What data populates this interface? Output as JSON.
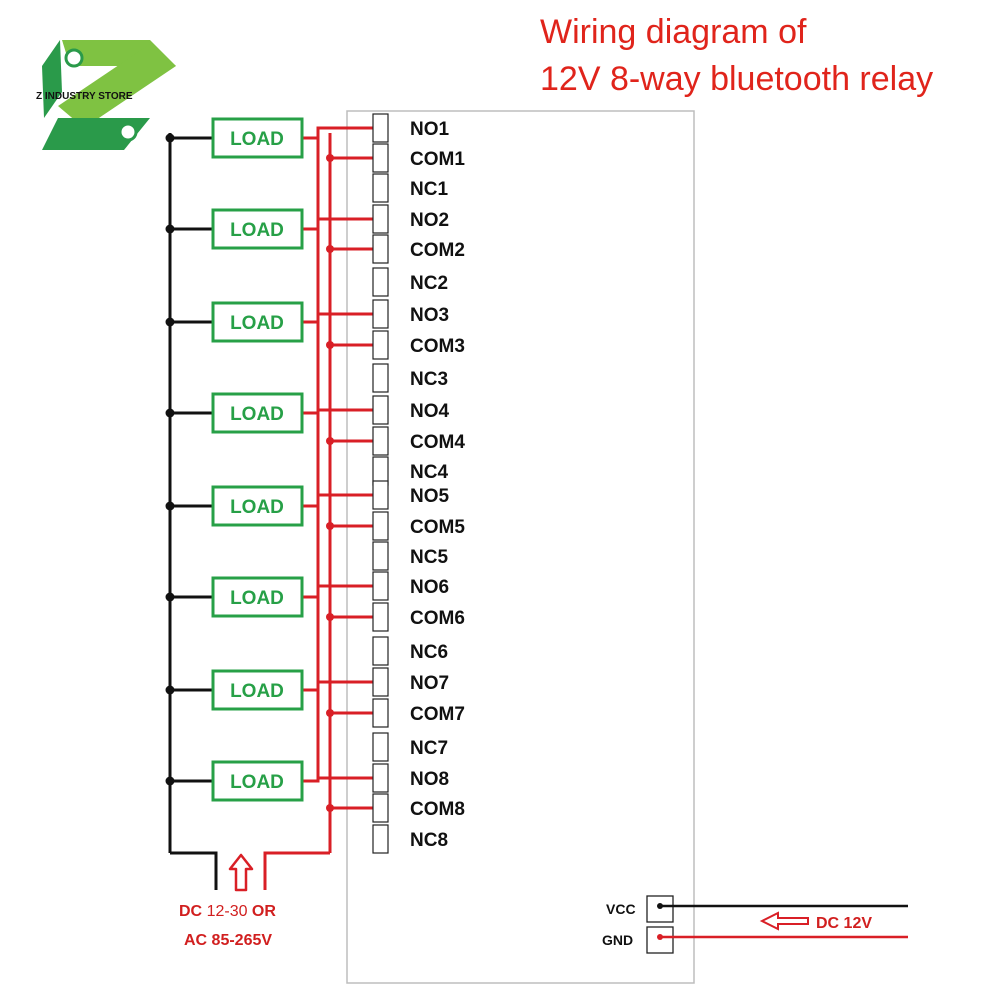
{
  "title": {
    "line1": "Wiring diagram of",
    "line2": "12V 8-way bluetooth relay"
  },
  "brand": {
    "name": "Z INDUSTRY STORE"
  },
  "load_label": "LOAD",
  "channels": [
    {
      "no": "NO1",
      "com": "COM1",
      "nc": "NC1"
    },
    {
      "no": "NO2",
      "com": "COM2",
      "nc": "NC2"
    },
    {
      "no": "NO3",
      "com": "COM3",
      "nc": "NC3"
    },
    {
      "no": "NO4",
      "com": "COM4",
      "nc": "NC4"
    },
    {
      "no": "NO5",
      "com": "COM5",
      "nc": "NC5"
    },
    {
      "no": "NO6",
      "com": "COM6",
      "nc": "NC6"
    },
    {
      "no": "NO7",
      "com": "COM7",
      "nc": "NC7"
    },
    {
      "no": "NO8",
      "com": "COM8",
      "nc": "NC8"
    }
  ],
  "supply": {
    "line1_a": "DC ",
    "line1_b": "12-30",
    "line1_c": " OR",
    "line2": "AC 85-265V"
  },
  "power": {
    "vcc": "VCC",
    "gnd": "GND",
    "input": "DC 12V"
  },
  "colors": {
    "wire_red": "#d91f26",
    "wire_black": "#111111",
    "load_green": "#27a047",
    "title_red": "#e0241b"
  }
}
